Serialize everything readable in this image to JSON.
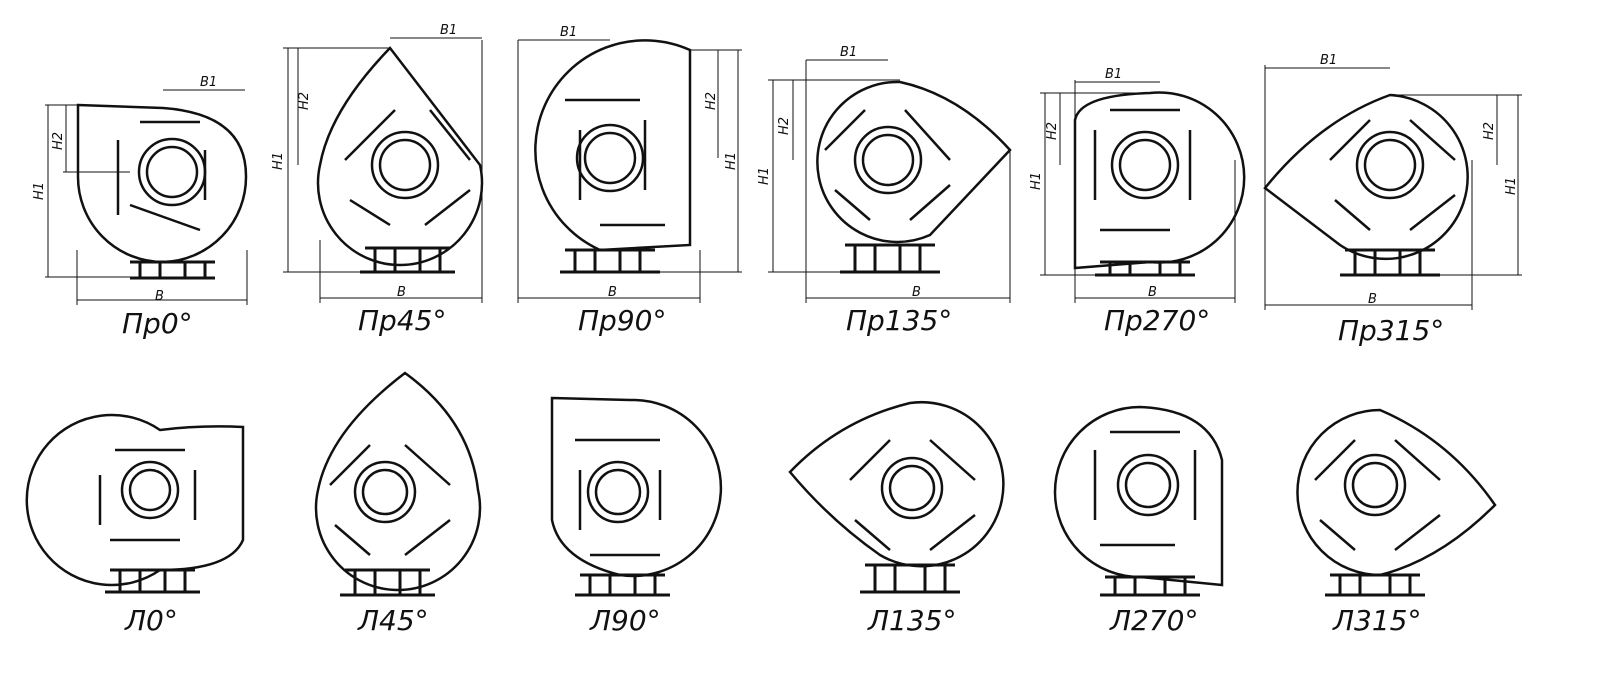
{
  "page": {
    "background": "#ffffff",
    "stroke_color": "#111111"
  },
  "dimension_labels": {
    "b": "B",
    "b1": "B1",
    "h1": "H1",
    "h2": "H2"
  },
  "top_row": {
    "p0": {
      "caption": "Пр0°",
      "dims": true
    },
    "p45": {
      "caption": "Пр45°",
      "dims": true
    },
    "p90": {
      "caption": "Пр90°",
      "dims": true
    },
    "p135": {
      "caption": "Пр135°",
      "dims": true
    },
    "p270": {
      "caption": "Пр270°",
      "dims": true
    },
    "p315": {
      "caption": "Пр315°",
      "dims": true
    }
  },
  "bottom_row": {
    "l0": {
      "caption": "Л0°"
    },
    "l45": {
      "caption": "Л45°"
    },
    "l90": {
      "caption": "Л90°"
    },
    "l135": {
      "caption": "Л135°"
    },
    "l270": {
      "caption": "Л270°"
    },
    "l315": {
      "caption": "Л315°"
    }
  }
}
